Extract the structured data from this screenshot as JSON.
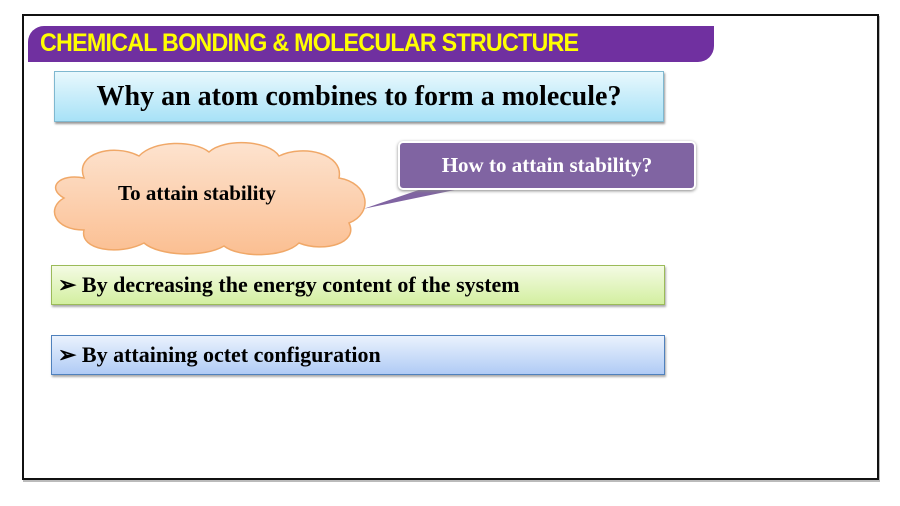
{
  "slide": {
    "banner_title": "CHEMICAL BONDING & MOLECULAR STRUCTURE",
    "question": "Why an atom combines to form a molecule?",
    "cloud_answer": "To attain stability",
    "callout_question": "How to attain stability?",
    "points": [
      {
        "bullet": "➢",
        "text": "By decreasing the energy content of the system"
      },
      {
        "bullet": "➢",
        "text": "By attaining octet configuration"
      }
    ]
  },
  "colors": {
    "banner_bg": "#7030a0",
    "banner_text": "#ffff00",
    "question_box": "#a8e2f7",
    "cloud_fill": "#fbc9a3",
    "callout_bg": "#8064a2",
    "point1_bg": "#d3efa0",
    "point2_bg": "#b0cbf5"
  },
  "labels": {
    "point1": "➢ By decreasing the energy content of the system",
    "point2": "➢ By attaining octet configuration"
  }
}
